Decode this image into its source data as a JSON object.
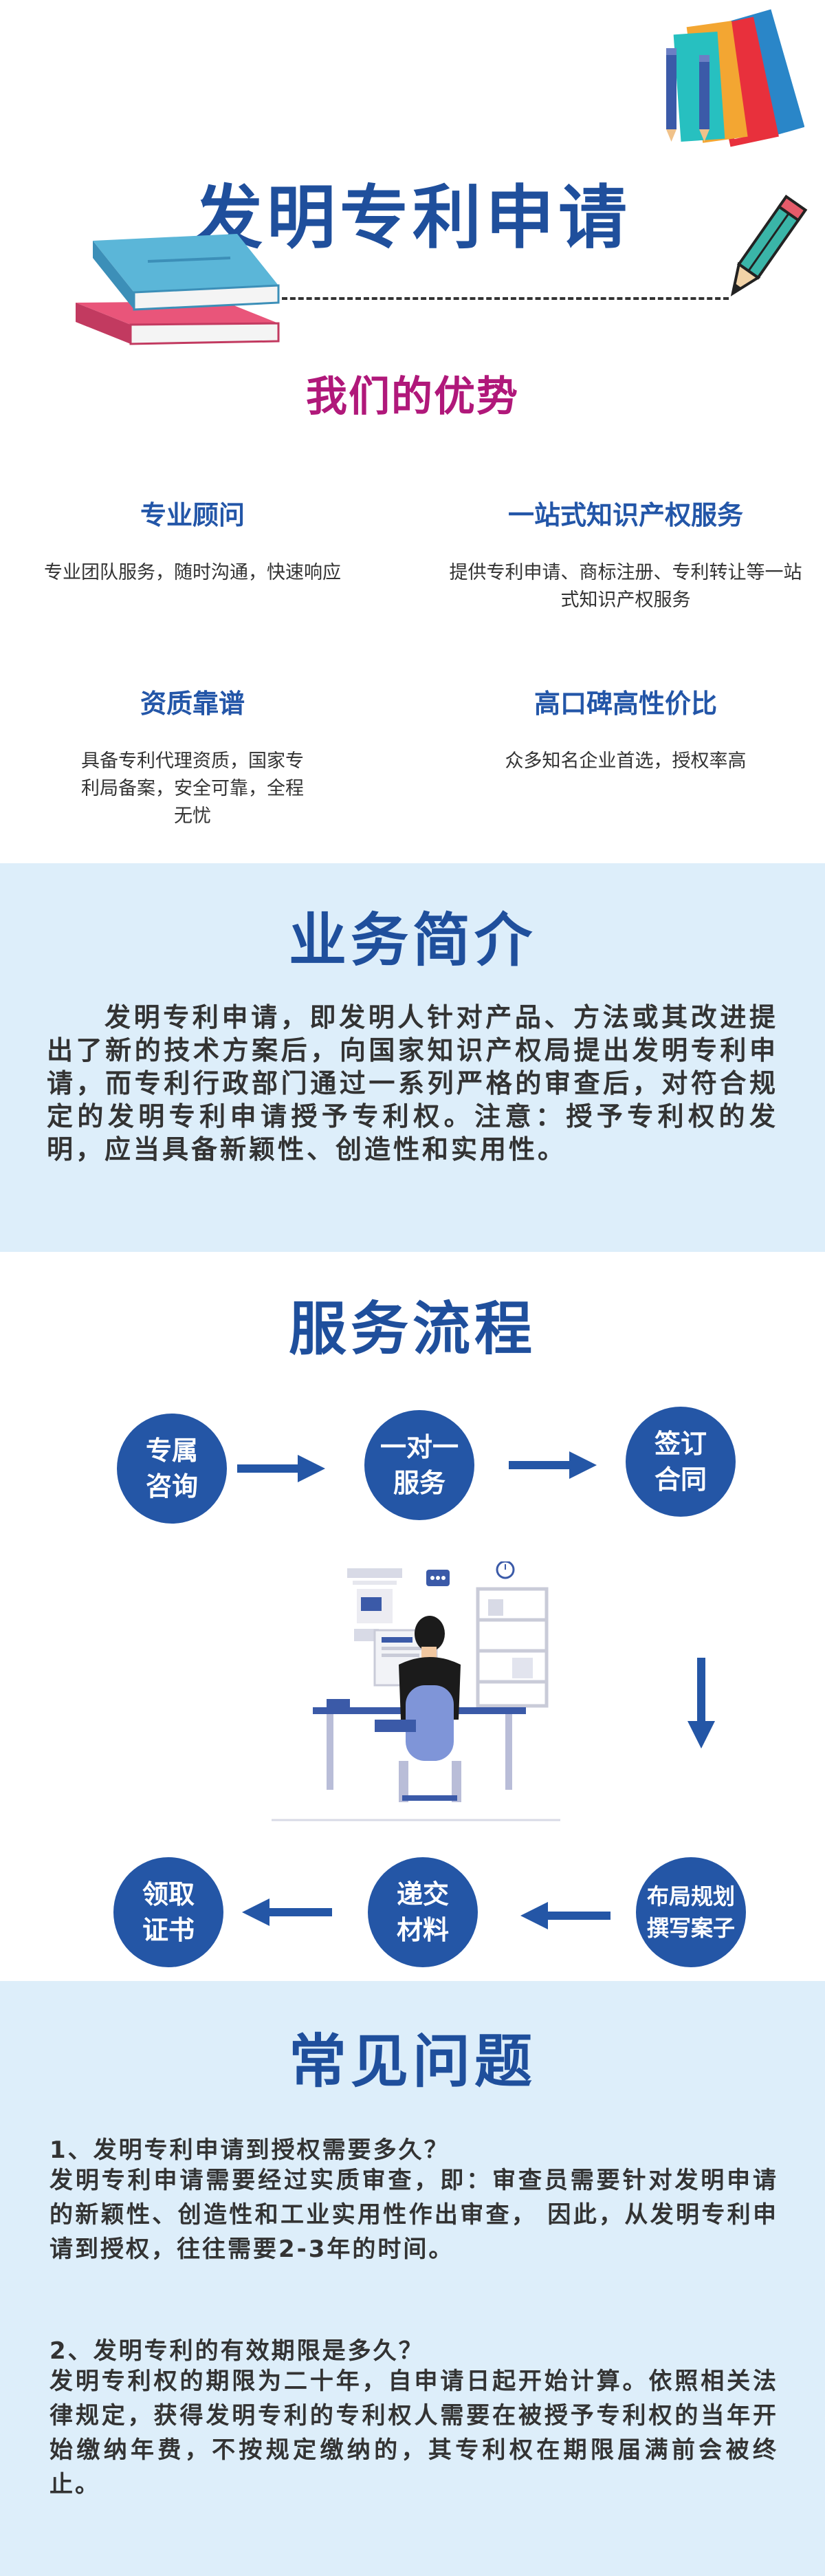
{
  "header": {
    "title": "发明专利申请"
  },
  "advantages": {
    "title": "我们的优势",
    "items": [
      {
        "heading": "专业顾问",
        "desc": "专业团队服务，随时沟通，快速响应"
      },
      {
        "heading": "一站式知识产权服务",
        "desc": "提供专利申请、商标注册、专利转让等一站式知识产权服务"
      },
      {
        "heading": "资质靠谱",
        "desc": "具备专利代理资质，国家专利局备案，安全可靠，全程无忧"
      },
      {
        "heading": "高口碑高性价比",
        "desc": "众多知名企业首选，授权率高"
      }
    ]
  },
  "intro": {
    "title": "业务简介",
    "text": "发明专利申请，即发明人针对产品、方法或其改进提出了新的技术方案后，向国家知识产权局提出发明专利申请，而专利行政部门通过一系列严格的审查后，对符合规定的发明专利申请授予专利权。注意：授予专利权的发明，应当具备新颖性、创造性和实用性。"
  },
  "process": {
    "title": "服务流程",
    "steps": [
      {
        "line1": "专属",
        "line2": "咨询"
      },
      {
        "line1": "一对一",
        "line2": "服务"
      },
      {
        "line1": "签订",
        "line2": "合同"
      },
      {
        "line1": "布局规划",
        "line2": "撰写案子"
      },
      {
        "line1": "递交",
        "line2": "材料"
      },
      {
        "line1": "领取",
        "line2": "证书"
      }
    ]
  },
  "faq": {
    "title": "常见问题",
    "items": [
      {
        "q": "1、发明专利申请到授权需要多久？",
        "a": "发明专利申请需要经过实质审查，即：审查员需要针对发明申请的新颖性、创造性和工业实用性作出审查， 因此，从发明专利申请到授权，往往需要2-3年的时间。"
      },
      {
        "q": "2、发明专利的有效期限是多久？",
        "a": "发明专利权的期限为二十年，自申请日起开始计算。依照相关法律规定，获得发明专利的专利权人需要在被授予专利权的当年开始缴纳年费，不按规定缴纳的，其专利权在期限届满前会被终止。"
      }
    ]
  },
  "colors": {
    "primary": "#1f4f9c",
    "accent": "#b0187a",
    "band": "#ddeefa",
    "step": "#2456a6"
  }
}
